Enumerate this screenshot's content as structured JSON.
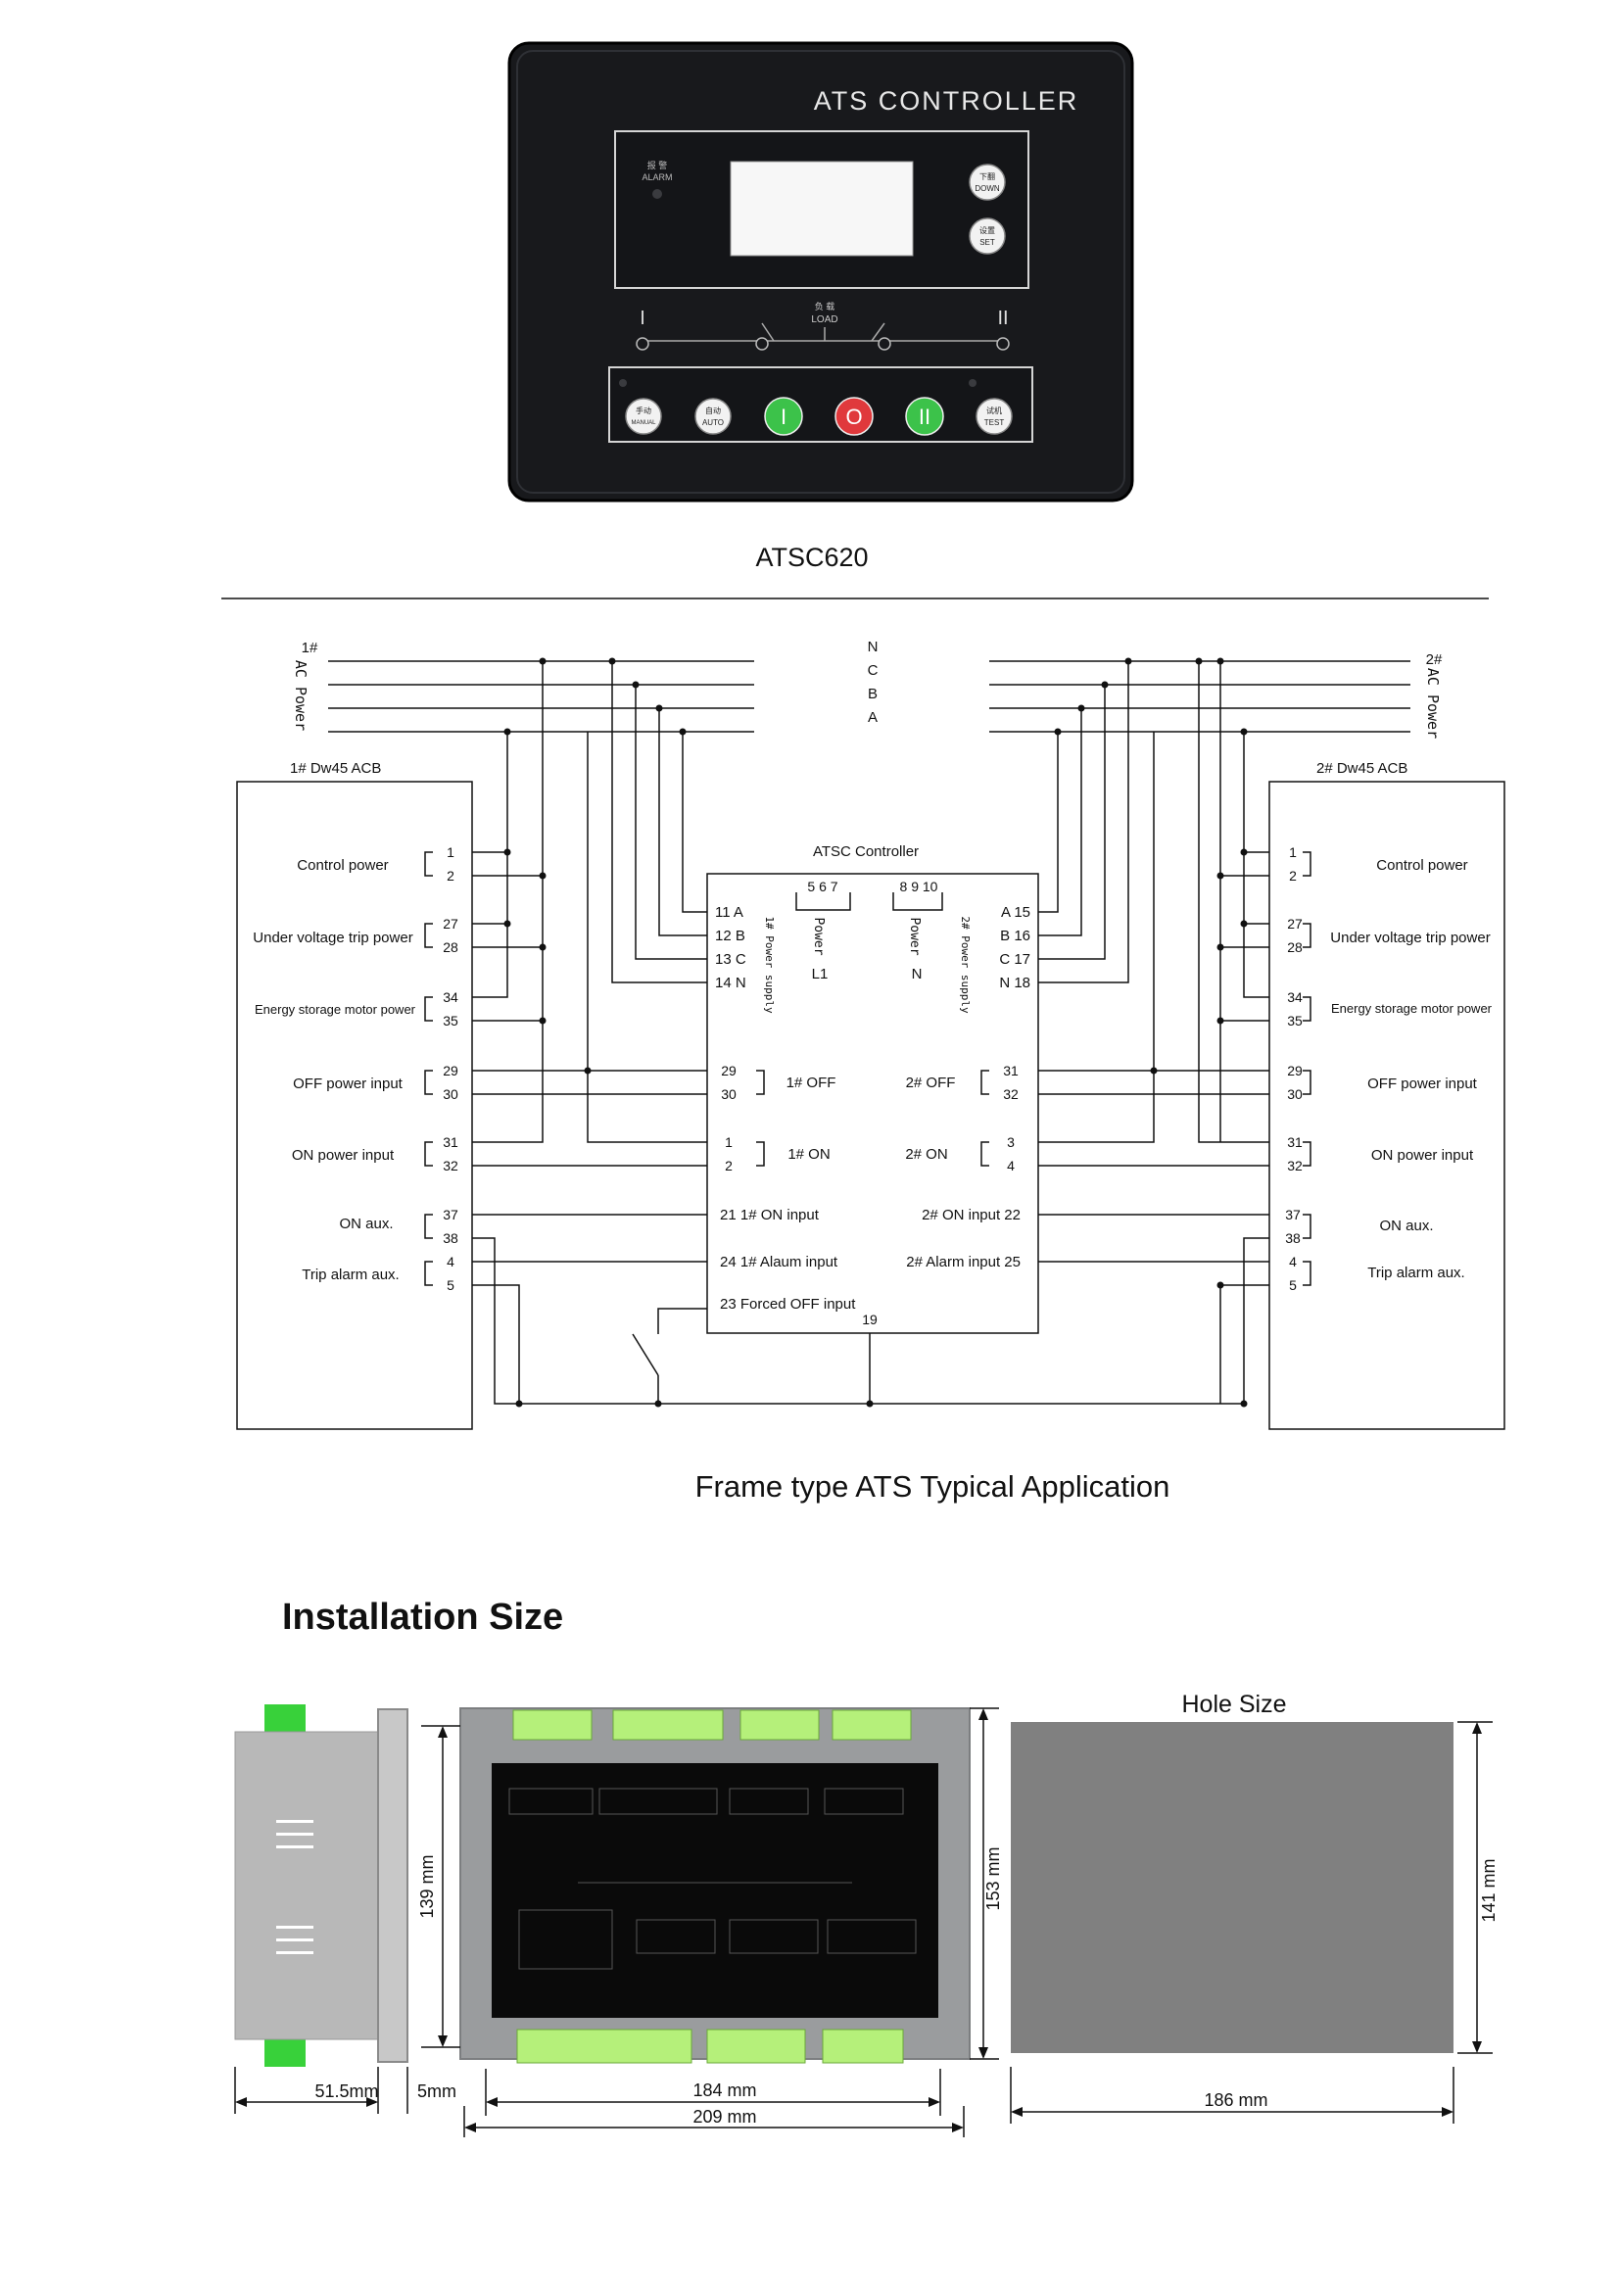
{
  "front_panel": {
    "title": "ATS CONTROLLER",
    "model": "ATSC620",
    "alarm_cn": "报 警",
    "alarm": "ALARM",
    "load_cn": "负 载",
    "load": "LOAD",
    "source1": "I",
    "source2": "II",
    "btn_down_cn": "下翻",
    "btn_down": "DOWN",
    "btn_set_cn": "设置",
    "btn_set": "SET",
    "btn_manual_cn": "手动",
    "btn_manual": "MANUAL",
    "btn_auto_cn": "自动",
    "btn_auto": "AUTO",
    "btn_on1": "I",
    "btn_off": "O",
    "btn_on2": "II",
    "btn_test_cn": "试机",
    "btn_test": "TEST",
    "colors": {
      "panel": "#1b1c1f",
      "green": "#3cc24a",
      "red": "#e0393c"
    }
  },
  "wiring": {
    "caption": "Frame type ATS Typical Application",
    "bus_left": "1#",
    "bus_left_label": "AC Power",
    "bus_right": "2#",
    "bus_right_label": "AC Power",
    "phases": [
      "N",
      "C",
      "B",
      "A"
    ],
    "acb_left_title": "1# Dw45 ACB",
    "acb_right_title": "2#   Dw45 ACB",
    "controller_title": "ATSC Controller",
    "ctrl_top_left_terms": "5   6   7",
    "ctrl_top_right_terms": "8   9   10",
    "ctrl_inputs_left": [
      "11 A",
      "12 B",
      "13 C",
      "14 N"
    ],
    "ctrl_inputs_right": [
      "A 15",
      "B 16",
      "C 17",
      "N 18"
    ],
    "ctrl_power_left_vert": "1# Power supply",
    "ctrl_power_right_vert": "2# Power supply",
    "ctrl_power_l1_vert": "Power",
    "ctrl_power_n_vert": "Power",
    "ctrl_l1": "L1",
    "ctrl_n": "N",
    "ctrl_rows": [
      {
        "lt": "29",
        "lb": "30",
        "ln": "1# OFF",
        "rn": "2# OFF",
        "rt": "31",
        "rb": "32"
      },
      {
        "lt": "1",
        "lb": "2",
        "ln": "1# ON",
        "rn": "2# ON",
        "rt": "3",
        "rb": "4"
      }
    ],
    "ctrl_on_input_left": "21    1# ON input",
    "ctrl_on_input_right": "2# ON input    22",
    "ctrl_alarm_left": "24    1# Alaum input",
    "ctrl_alarm_right": "2# Alarm input 25",
    "ctrl_forced_off": "23  Forced OFF input",
    "ctrl_term19": "19",
    "acb_rows": [
      {
        "label": "Control power",
        "t1": "1",
        "t2": "2"
      },
      {
        "label": "Under voltage trip power",
        "t1": "27",
        "t2": "28"
      },
      {
        "label": "Energy storage motor power",
        "t1": "34",
        "t2": "35"
      },
      {
        "label": "OFF  power input",
        "t1": "29",
        "t2": "30"
      },
      {
        "label": "ON  power input",
        "t1": "31",
        "t2": "32"
      },
      {
        "label": "ON  aux.",
        "t1": "37",
        "t2": "38"
      },
      {
        "label": "Trip alarm aux.",
        "t1": "4",
        "t2": "5"
      }
    ]
  },
  "installation": {
    "heading": "Installation Size",
    "hole_size": "Hole Size",
    "dim_side_depth": "51.5mm",
    "dim_side_flange": "5mm",
    "dim_side_height": "139 mm",
    "dim_back_inner_width": "184 mm",
    "dim_back_outer_width": "209 mm",
    "dim_back_height": "153 mm",
    "dim_hole_width": "186 mm",
    "dim_hole_height": "141 mm"
  }
}
